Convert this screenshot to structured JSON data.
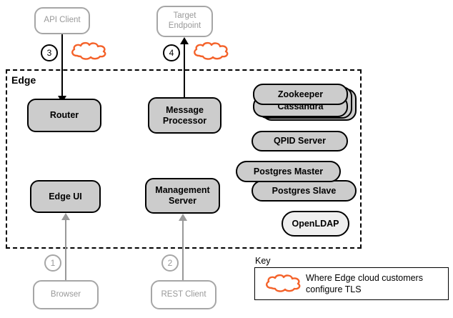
{
  "diagram": {
    "edge_label": "Edge",
    "external_nodes": [
      {
        "name": "api-client",
        "label": "API Client"
      },
      {
        "name": "target-endpoint",
        "label": "Target\nEndpoint"
      },
      {
        "name": "browser",
        "label": "Browser"
      },
      {
        "name": "rest-client",
        "label": "REST Client"
      }
    ],
    "internal_nodes": [
      {
        "name": "router",
        "label": "Router"
      },
      {
        "name": "message-processor",
        "label": "Message\nProcessor"
      },
      {
        "name": "edge-ui",
        "label": "Edge UI"
      },
      {
        "name": "management-server",
        "label": "Management\nServer"
      }
    ],
    "datastores": [
      {
        "name": "zookeeper",
        "label": "Zookeeper"
      },
      {
        "name": "cassandra",
        "label": "Cassandra"
      },
      {
        "name": "qpid-server",
        "label": "QPID Server"
      },
      {
        "name": "postgres-master",
        "label": "Postgres Master"
      },
      {
        "name": "postgres-slave",
        "label": "Postgres Slave"
      },
      {
        "name": "openldap",
        "label": "OpenLDAP"
      }
    ],
    "flow_badges": [
      {
        "name": "badge-1",
        "label": "1",
        "style": "light"
      },
      {
        "name": "badge-2",
        "label": "2",
        "style": "light"
      },
      {
        "name": "badge-3",
        "label": "3",
        "style": "dark"
      },
      {
        "name": "badge-4",
        "label": "4",
        "style": "dark"
      }
    ],
    "legend": {
      "title": "Key",
      "text": "Where Edge cloud customers configure TLS",
      "icon": "cloud-icon"
    },
    "colors": {
      "cloud_orange": "#F4622A",
      "node_fill": "#CCCCCC",
      "light_fill": "#EFEFEF",
      "ghost_stroke": "#A6A6A6",
      "ghost_text": "#999999",
      "stroke": "#000000"
    }
  }
}
